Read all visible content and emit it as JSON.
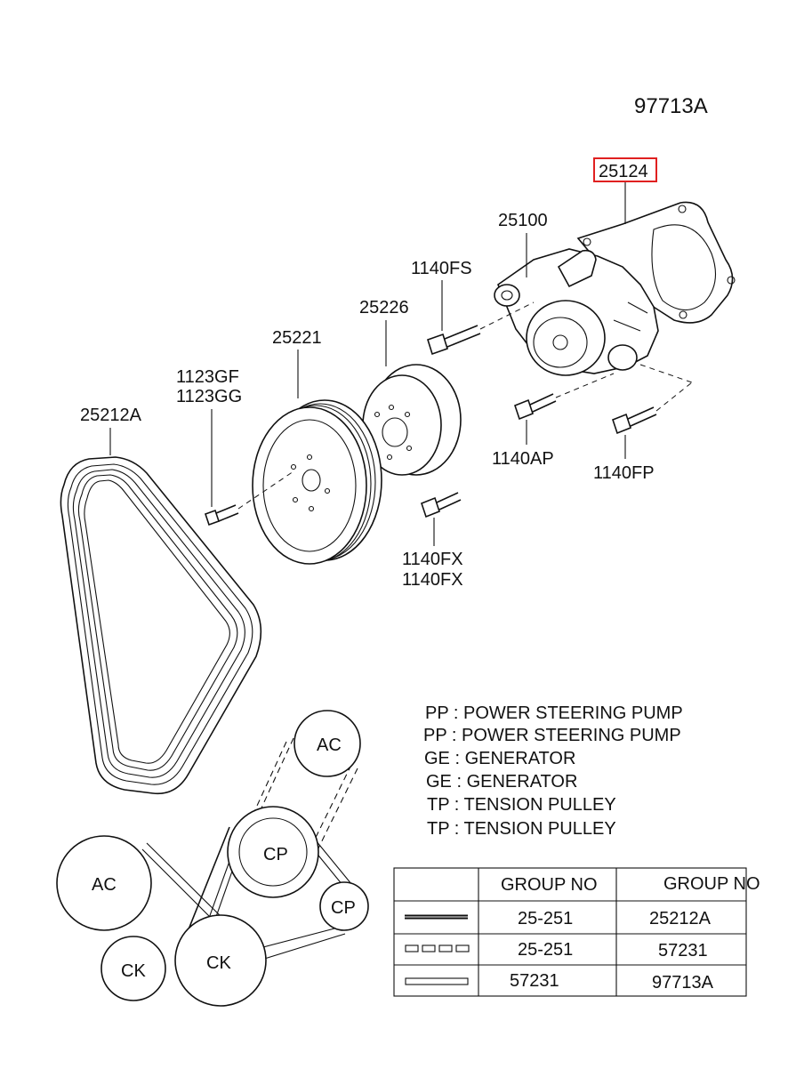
{
  "diagram_ref": "97713A",
  "highlighted_part": "25124",
  "highlight_color": "#e02020",
  "parts": {
    "water_pump": "25100",
    "bolt_fs": "1140FS",
    "pulley_25226": "25226",
    "pulley_25221": "25221",
    "bolt_gf": "1123GF",
    "bolt_gg": "1123GG",
    "belt": "25212A",
    "bolt_ap": "1140AP",
    "bolt_fp": "1140FP",
    "bolt_fx_1": "1140FX",
    "bolt_fx_2": "1140FX"
  },
  "legend": [
    "PP : POWER STEERING PUMP",
    "PP : POWER STEERING PUMP",
    "GE : GENERATOR",
    "GE : GENERATOR",
    "TP : TENSION PULLEY",
    "TP : TENSION PULLEY"
  ],
  "belt_layout": {
    "upper_ac": "AC",
    "upper_cp": "CP",
    "lower_ac": "AC",
    "lower_cp": "CP",
    "lower_ck": "CK",
    "main_ck": "CK"
  },
  "table": {
    "headers": [
      "GROUP NO",
      "GROUP NO"
    ],
    "rows": [
      {
        "line_style": "double-solid",
        "cells": [
          "25-251",
          "25212A"
        ]
      },
      {
        "line_style": "dashed-box",
        "cells": [
          "25-251",
          "57231"
        ]
      },
      {
        "line_style": "outline",
        "cells": [
          "57231",
          "97713A"
        ]
      }
    ]
  }
}
